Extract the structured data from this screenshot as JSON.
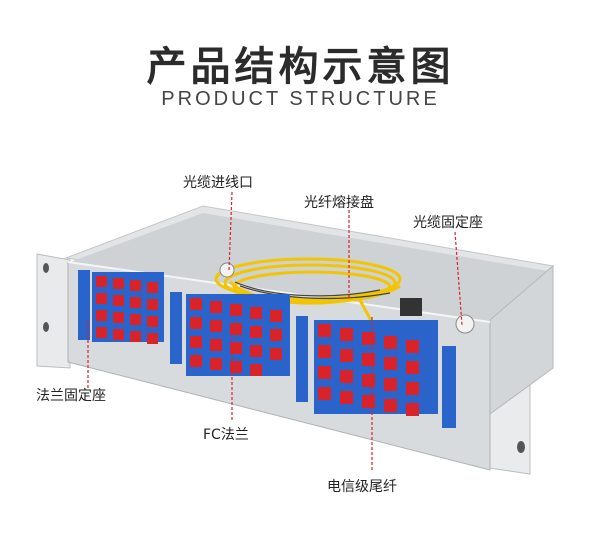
{
  "header": {
    "title": "产品结构示意图",
    "subtitle": "PRODUCT STRUCTURE"
  },
  "labels": {
    "cable_entry": "光缆进线口",
    "splice_tray": "光纤熔接盘",
    "cable_fixing": "光缆固定座",
    "flange_fixing": "法兰固定座",
    "fc_flange": "FC法兰",
    "pigtail": "电信级尾纤"
  },
  "colors": {
    "panel": "#d9dcde",
    "panel_dark": "#b7bbbe",
    "adapter_blue": "#2a63c9",
    "adapter_red": "#d9232a",
    "fiber_yellow": "#f2c500",
    "leader_red": "#d9232a"
  }
}
